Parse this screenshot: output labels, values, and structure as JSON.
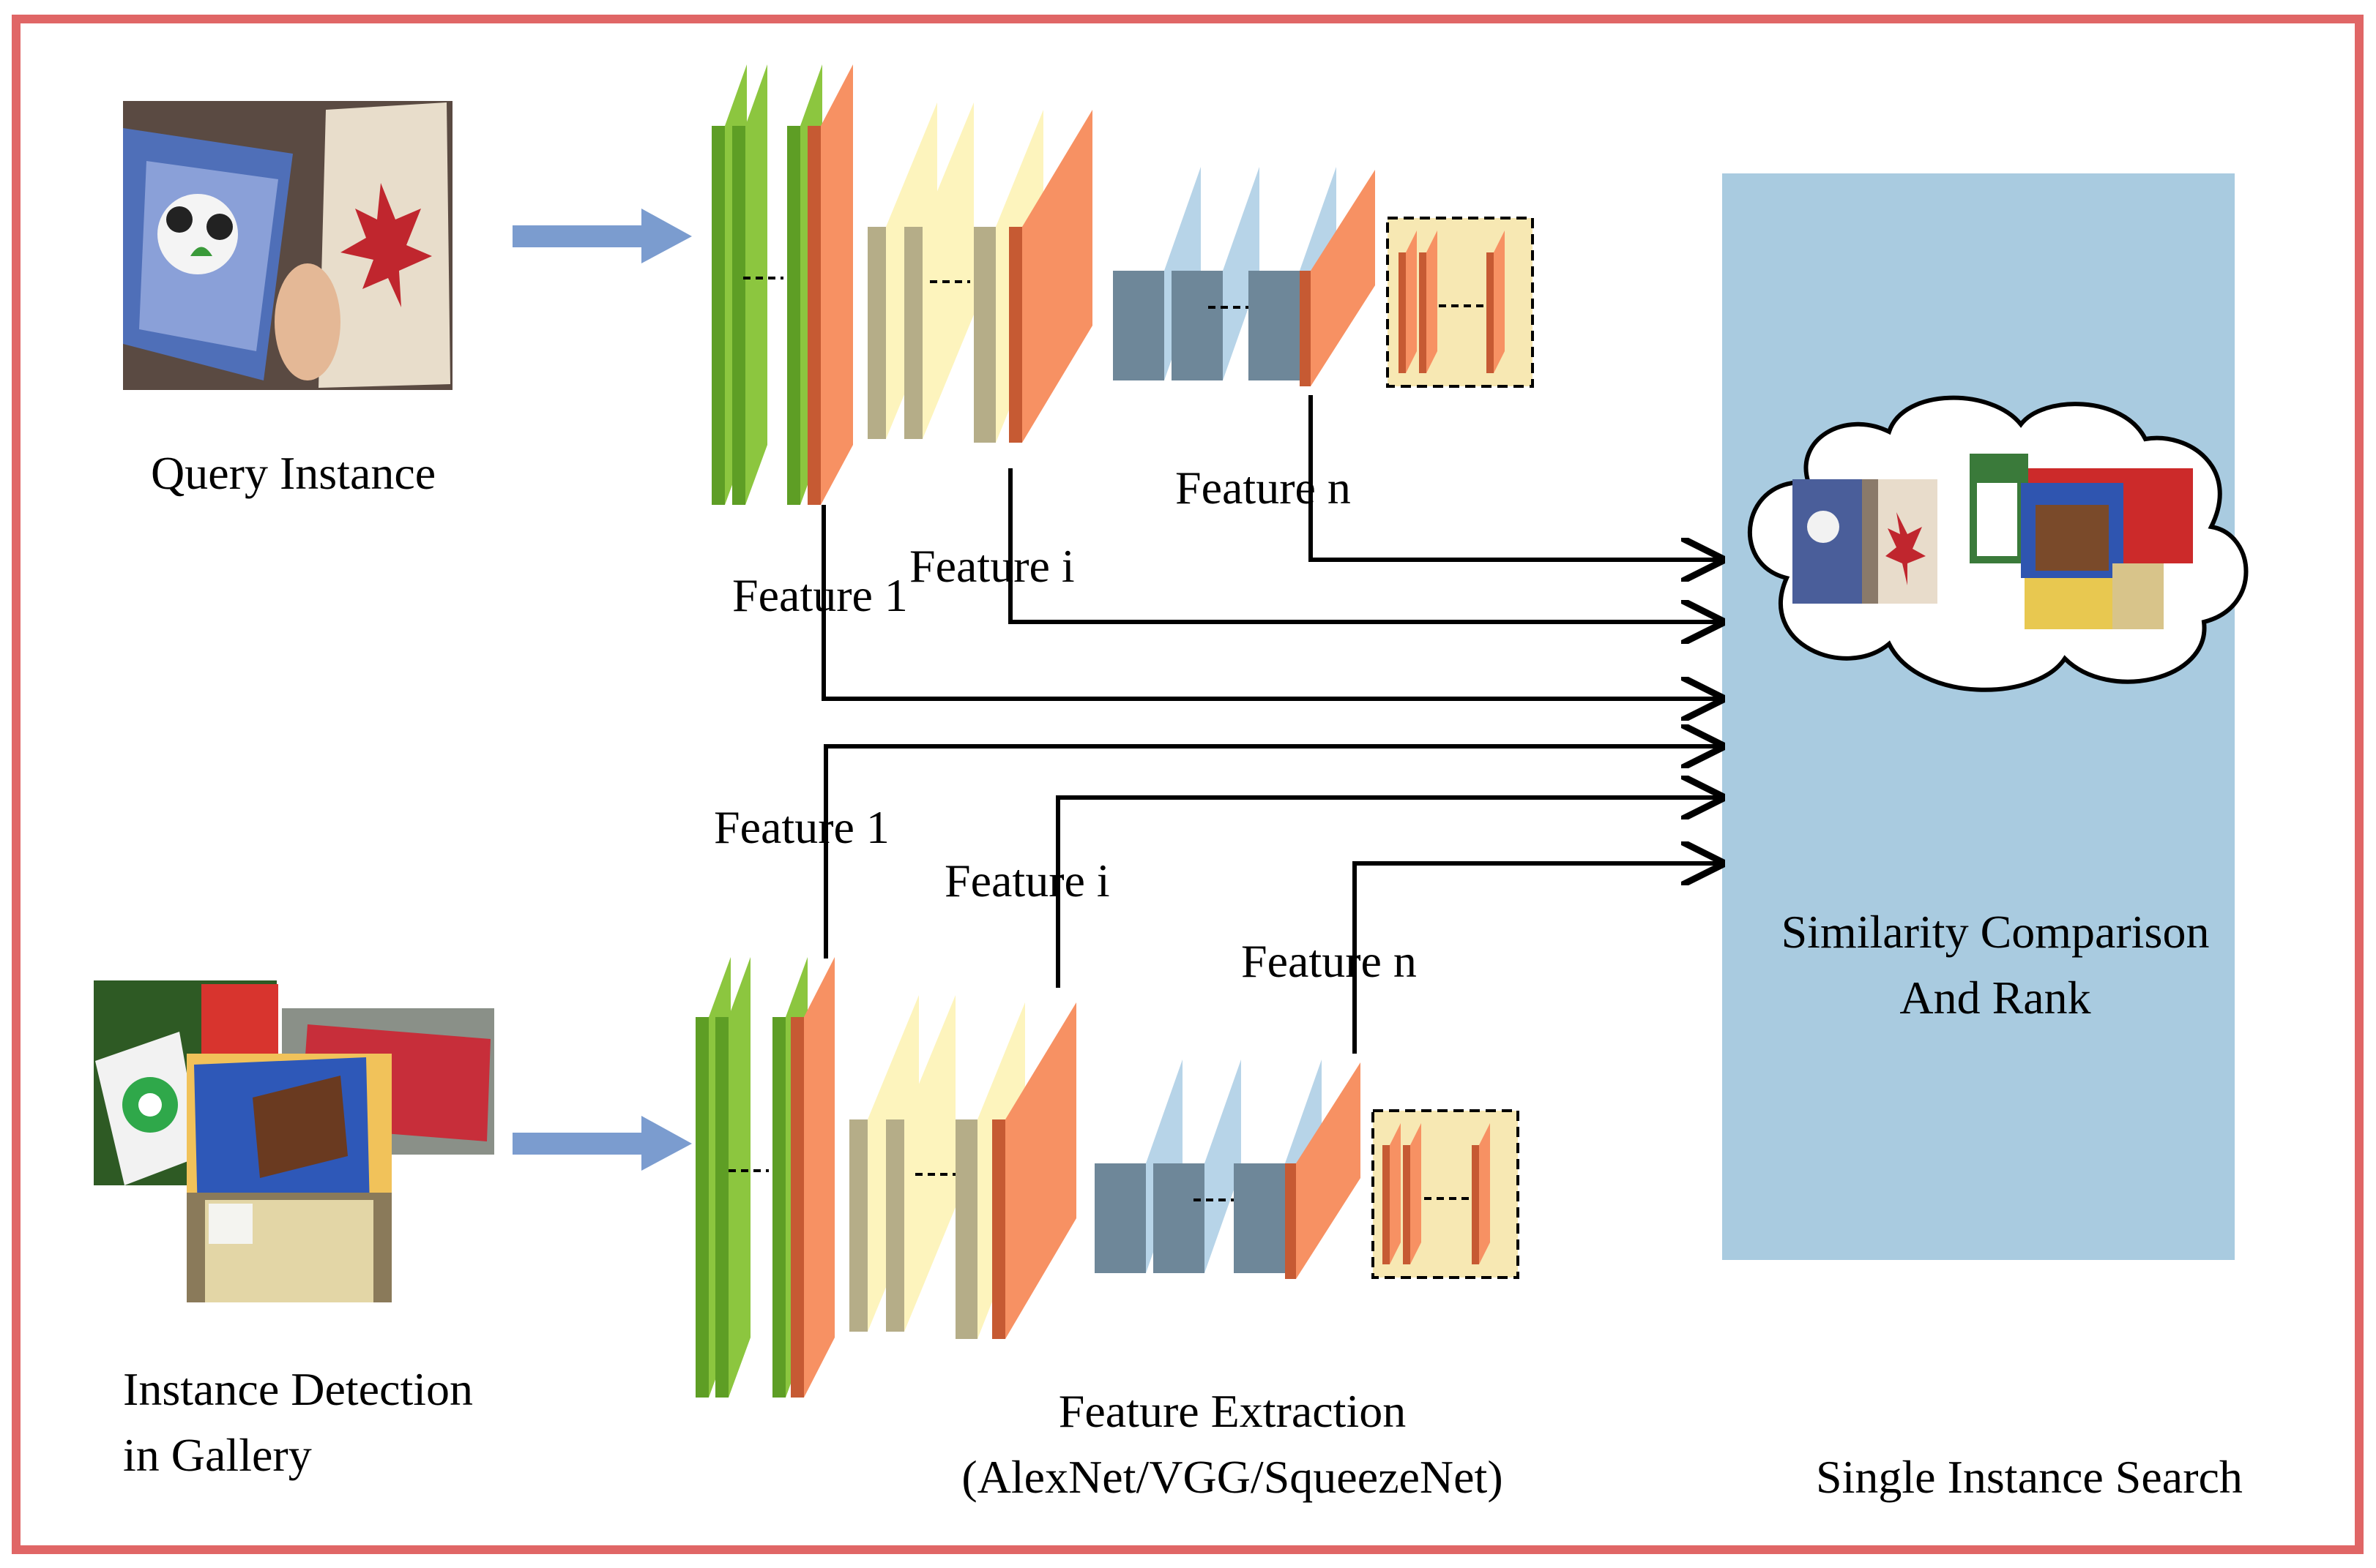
{
  "colors": {
    "frame": "#e06666",
    "green_front": "#8cc63f",
    "green_side": "#5e9e25",
    "orange_front": "#f79163",
    "orange_side": "#c65a33",
    "khaki_side": "#b5ad88",
    "khaki_front": "#fdf4bd",
    "steel_side": "#6e8799",
    "steel_front": "#b7d4e8",
    "box_fill": "#f7e8b3",
    "panel": "#a9cbe0",
    "arrow_blue": "#7b9ccf"
  },
  "labels": {
    "query_instance": "Query Instance",
    "gallery_line1": "Instance Detection",
    "gallery_line2": "in Gallery",
    "feature_1": "Feature 1",
    "feature_i": "Feature i",
    "feature_n": "Feature n",
    "extraction_line1": "Feature Extraction",
    "extraction_line2": "(AlexNet/VGG/SqueezeNet)",
    "similarity_line1": "Similarity Comparison",
    "similarity_line2": "And Rank",
    "search_type": "Single Instance Search"
  },
  "images": {
    "query": "query-photo",
    "gallery": "gallery-photo",
    "cloud_query": "cloud-query-thumbnail",
    "cloud_gallery": "cloud-gallery-thumbnail"
  }
}
